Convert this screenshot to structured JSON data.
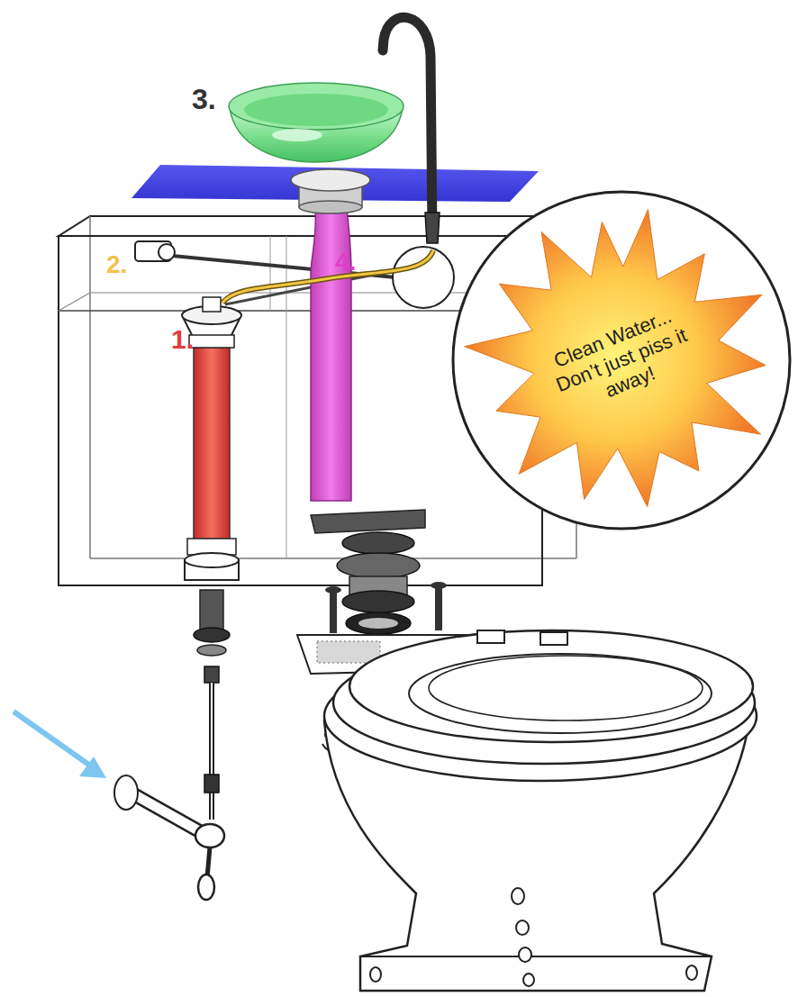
{
  "diagram": {
    "nodes": [
      {
        "text": [
          "Clean Water... Don’t just piss it away!"
        ]
      }
    ],
    "labels": [
      "3.",
      "2.",
      "4.",
      "1."
    ]
  }
}
